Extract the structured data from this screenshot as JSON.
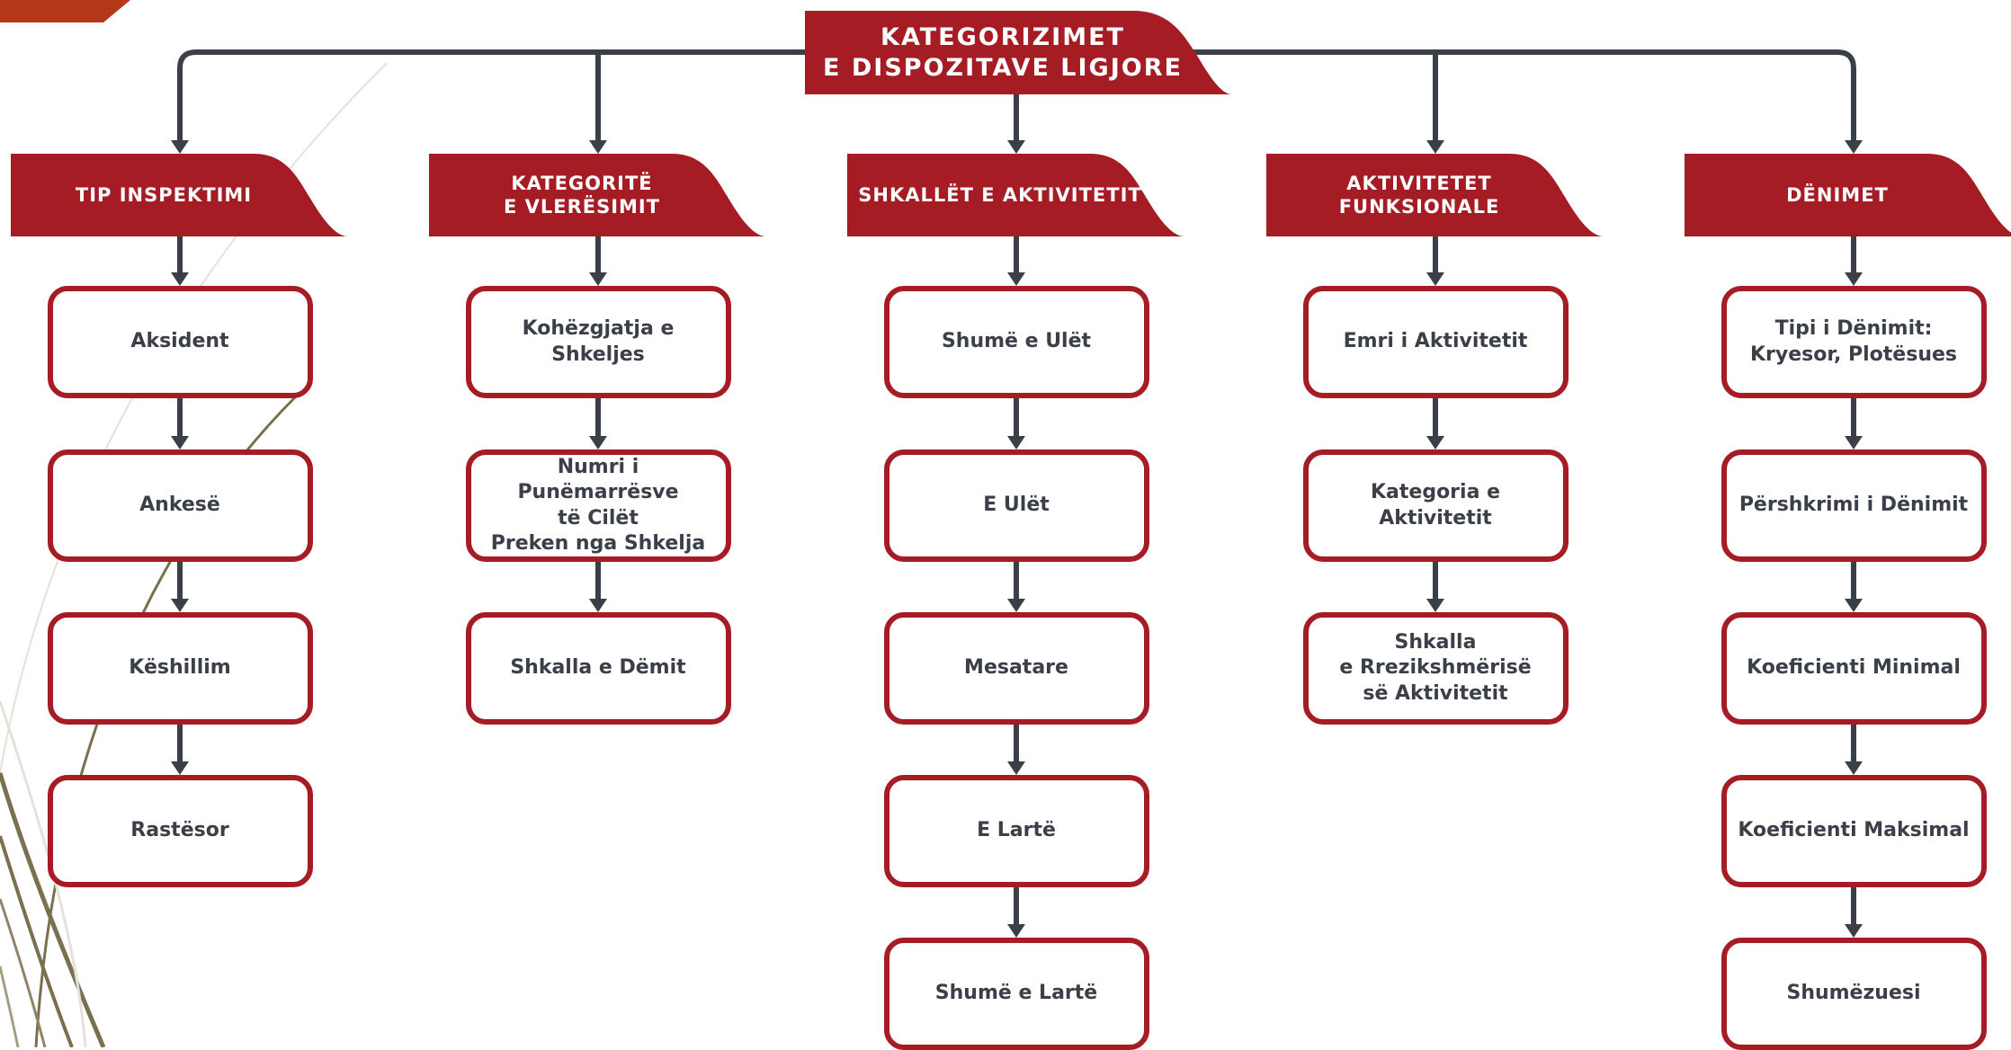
{
  "diagram": {
    "root": {
      "label": "KATEGORIZIMET\nE DISPOZITAVE LIGJORE"
    },
    "columns": [
      {
        "header": "TIP INSPEKTIMI",
        "nodes": [
          "Aksident",
          "Ankesë",
          "Këshillim",
          "Rastësor"
        ]
      },
      {
        "header": "KATEGORITË\nE VLERËSIMIT",
        "nodes": [
          "Kohëzgjatja e Shkeljes",
          "Numri i Punëmarrësve\ntë Cilët\nPreken nga Shkelja",
          "Shkalla e Dëmit"
        ]
      },
      {
        "header": "SHKALLËT E AKTIVITETIT",
        "nodes": [
          "Shumë e Ulët",
          "E Ulët",
          "Mesatare",
          "E Lartë",
          "Shumë e Lartë"
        ]
      },
      {
        "header": "AKTIVITETET\nFUNKSIONALE",
        "nodes": [
          "Emri i Aktivitetit",
          "Kategoria e Aktivitetit",
          "Shkalla\ne Rrezikshmërisë\nsë Aktivitetit"
        ]
      },
      {
        "header": "DËNIMET",
        "nodes": [
          "Tipi i Dënimit:\nKryesor, Plotësues",
          "Përshkrimi i Dënimit",
          "Koeficienti Minimal",
          "Koeficienti Maksimal",
          "Shumëzuesi"
        ]
      }
    ]
  },
  "colors": {
    "accent": "#a51c24",
    "connector": "#3a3f48",
    "node_text": "#3a3f48",
    "header_text": "#ffffff",
    "corner_accent": "#b5381b",
    "decor_lines": "#7a6f4e"
  }
}
